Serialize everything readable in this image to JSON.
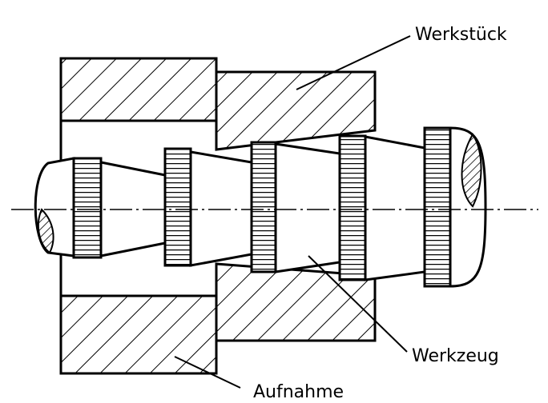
{
  "labels": {
    "workpiece": "Werkstück",
    "tool": "Werkzeug",
    "fixture": "Aufnahme"
  }
}
